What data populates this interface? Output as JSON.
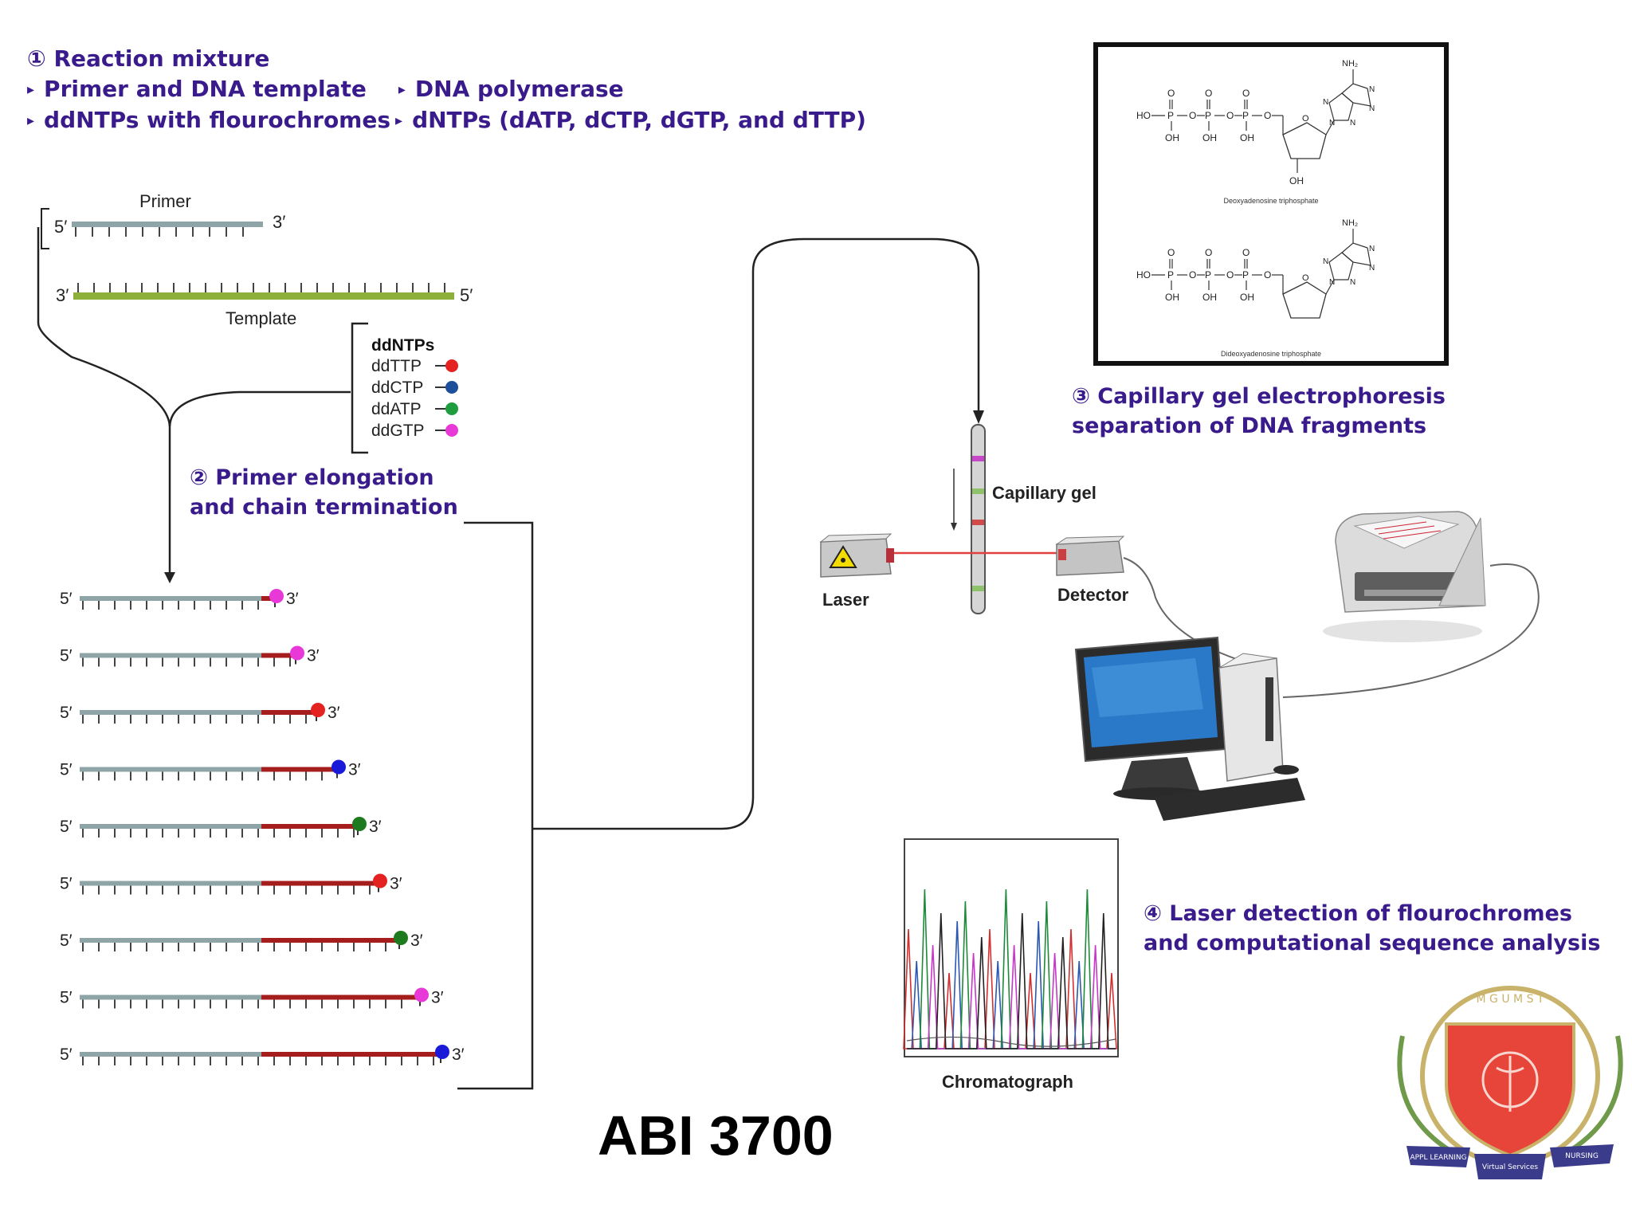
{
  "reaction": {
    "heading": "① Reaction mixture",
    "bullet1": "Primer and DNA template",
    "bullet2": "DNA polymerase",
    "bullet3": "ddNTPs with flourochromes",
    "bullet4": "dNTPs (dATP, dCTP, dGTP, and dTTP)"
  },
  "primer": {
    "label": "Primer",
    "five": "5′",
    "three": "3′"
  },
  "template": {
    "label": "Template",
    "three": "3′",
    "five": "5′"
  },
  "ddntps": {
    "title": "ddNTPs",
    "items": [
      {
        "label": "ddTTP",
        "color": "#e52222"
      },
      {
        "label": "ddCTP",
        "color": "#1d4f9c"
      },
      {
        "label": "ddATP",
        "color": "#1e9c3e"
      },
      {
        "label": "ddGTP",
        "color": "#e838d8"
      }
    ]
  },
  "elongation": {
    "line1": "② Primer elongation",
    "line2": "and chain termination"
  },
  "fragments": {
    "five": "5′",
    "three": "3′",
    "dot_colors": [
      "#e838d8",
      "#e838d8",
      "#e52222",
      "#1a1ad9",
      "#1e7a1e",
      "#e52222",
      "#1e7a1e",
      "#e838d8",
      "#1a1ad9"
    ]
  },
  "electrophoresis": {
    "line1": "③ Capillary gel electrophoresis",
    "line2": "separation of DNA fragments"
  },
  "capillary": {
    "label": "Capillary gel"
  },
  "laser": {
    "label": "Laser"
  },
  "detector": {
    "label": "Detector"
  },
  "structures": {
    "caption1": "Deoxyadenosine triphosphate",
    "caption2": "Dideoxyadenosine triphosphate",
    "nh2": "NH₂",
    "oh": "OH",
    "ho": "HO",
    "p": "P",
    "o": "O",
    "n": "N"
  },
  "chromatograph": {
    "label": "Chromatograph"
  },
  "detection": {
    "line1": "④ Laser detection of flourochromes",
    "line2": "and computational sequence analysis"
  },
  "model": {
    "label": "ABI 3700"
  },
  "emblem": {
    "ring_text": "M G U M S T",
    "banner_left": "APPL LEARNING",
    "banner_mid": "Virtual Services",
    "banner_right": "NURSING"
  }
}
